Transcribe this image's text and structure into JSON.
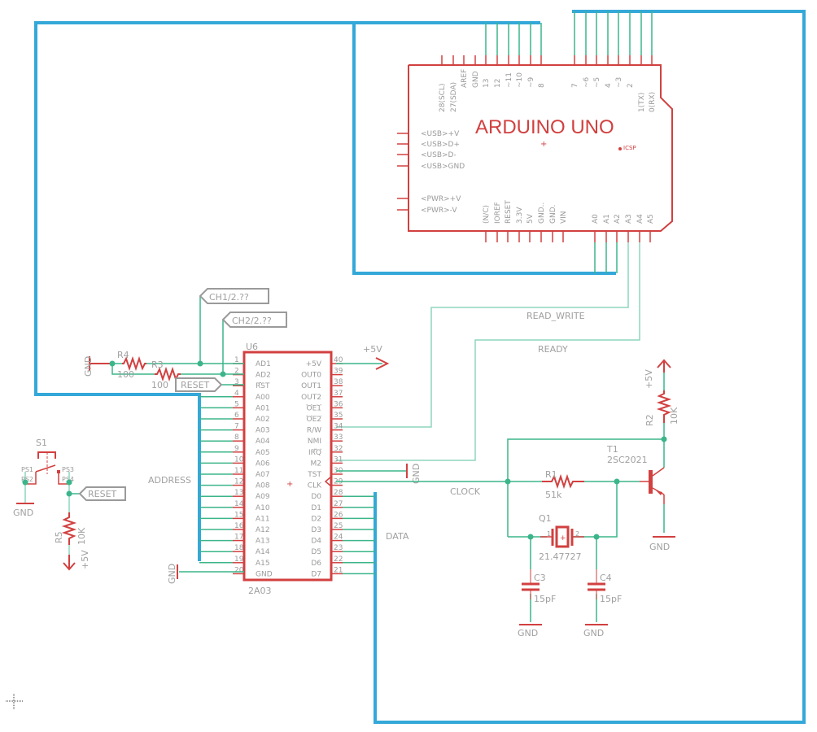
{
  "arduino": {
    "title": "ARDUINO UNO",
    "icsp": "ICSP",
    "top_pins": [
      "28(SCL)",
      "27(SDA)",
      "AREF",
      "GND",
      "13",
      "12",
      "~11",
      "~10",
      "~9",
      "8",
      "7",
      "~6",
      "~5",
      "4",
      "~3",
      "2",
      "1(TX)",
      "0(RX)"
    ],
    "left_pins": [
      "<USB>+V",
      "<USB>D+",
      "<USB>D-",
      "<USB>GND",
      "<PWR>+V",
      "<PWR>-V"
    ],
    "bottom_pins": [
      "(N/C)",
      "IOREF",
      "RESET",
      "3.3V",
      "5V",
      "GND..",
      "GND.",
      "VIN",
      "A0",
      "A1",
      "A2",
      "A3",
      "A4",
      "A5"
    ]
  },
  "u6": {
    "name": "U6",
    "value": "2A03",
    "left_pins": [
      {
        "num": "1",
        "name": "AD1"
      },
      {
        "num": "2",
        "name": "AD2"
      },
      {
        "num": "3",
        "name": "RST"
      },
      {
        "num": "4",
        "name": "A00"
      },
      {
        "num": "5",
        "name": "A01"
      },
      {
        "num": "6",
        "name": "A02"
      },
      {
        "num": "7",
        "name": "A03"
      },
      {
        "num": "8",
        "name": "A04"
      },
      {
        "num": "9",
        "name": "A05"
      },
      {
        "num": "10",
        "name": "A06"
      },
      {
        "num": "11",
        "name": "A07"
      },
      {
        "num": "12",
        "name": "A08"
      },
      {
        "num": "13",
        "name": "A09"
      },
      {
        "num": "14",
        "name": "A10"
      },
      {
        "num": "15",
        "name": "A11"
      },
      {
        "num": "16",
        "name": "A12"
      },
      {
        "num": "17",
        "name": "A13"
      },
      {
        "num": "18",
        "name": "A14"
      },
      {
        "num": "19",
        "name": "A15"
      },
      {
        "num": "20",
        "name": "GND"
      }
    ],
    "right_pins": [
      {
        "num": "40",
        "name": "+5V"
      },
      {
        "num": "39",
        "name": "OUT0"
      },
      {
        "num": "38",
        "name": "OUT1"
      },
      {
        "num": "37",
        "name": "OUT2"
      },
      {
        "num": "36",
        "name": "OE1"
      },
      {
        "num": "35",
        "name": "OE2"
      },
      {
        "num": "34",
        "name": "R/W"
      },
      {
        "num": "33",
        "name": "NMI"
      },
      {
        "num": "32",
        "name": "IRQ"
      },
      {
        "num": "31",
        "name": "M2"
      },
      {
        "num": "30",
        "name": "TST"
      },
      {
        "num": "29",
        "name": "CLK"
      },
      {
        "num": "28",
        "name": "D0"
      },
      {
        "num": "27",
        "name": "D1"
      },
      {
        "num": "26",
        "name": "D2"
      },
      {
        "num": "25",
        "name": "D3"
      },
      {
        "num": "24",
        "name": "D4"
      },
      {
        "num": "23",
        "name": "D5"
      },
      {
        "num": "22",
        "name": "D6"
      },
      {
        "num": "21",
        "name": "D7"
      }
    ]
  },
  "labels": {
    "ch1": "CH1/2.??",
    "ch2": "CH2/2.??",
    "reset_flag": "RESET",
    "reset_flag2": "RESET",
    "r4": "R4",
    "r4_val": "100",
    "r3": "R3",
    "r3_val": "100",
    "gnd": "GND",
    "plus5v": "+5V",
    "address": "ADDRESS",
    "data": "DATA",
    "clock": "CLOCK",
    "read_write": "READ_WRITE",
    "ready": "READY",
    "s1": "S1",
    "ps1": "PS1",
    "ps2": "PS2",
    "ps3": "PS3",
    "ps4": "PS4",
    "r5": "R5",
    "r5_val": "10K",
    "r2": "R2",
    "r2_val": "10K",
    "r1": "R1",
    "r1_val": "51k",
    "t1": "T1",
    "t1_val": "2SC2021",
    "q1": "Q1",
    "q1_val": "21.47727",
    "q1_pin1": "1",
    "q1_pin2": "2",
    "c3": "C3",
    "c3_val": "15pF",
    "c4": "C4",
    "c4_val": "15pF"
  }
}
